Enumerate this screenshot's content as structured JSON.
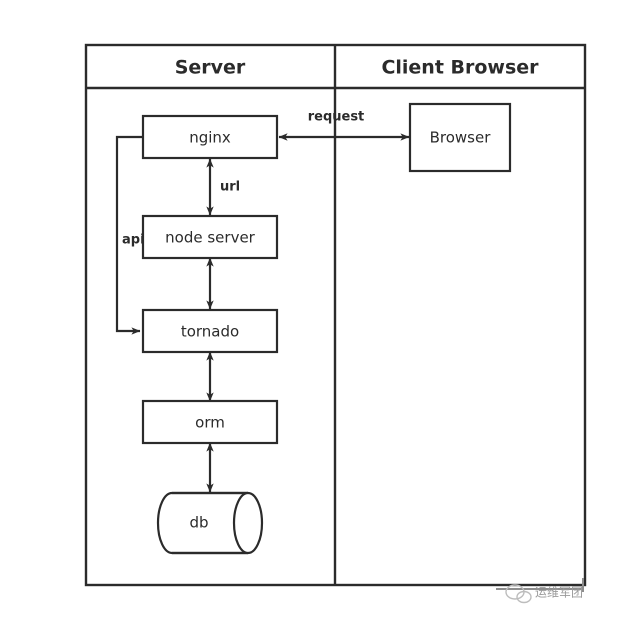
{
  "diagram": {
    "title_columns": [
      {
        "label": "Server"
      },
      {
        "label": "Client Browser"
      }
    ],
    "nodes": [
      {
        "id": "nginx",
        "label": "nginx",
        "shape": "rect"
      },
      {
        "id": "node-server",
        "label": "node server",
        "shape": "rect"
      },
      {
        "id": "tornado",
        "label": "tornado",
        "shape": "rect"
      },
      {
        "id": "orm",
        "label": "orm",
        "shape": "rect"
      },
      {
        "id": "db",
        "label": "db",
        "shape": "cylinder"
      },
      {
        "id": "browser",
        "label": "Browser",
        "shape": "rect"
      }
    ],
    "edges": [
      {
        "id": "browser-nginx",
        "label": "request",
        "from": "browser",
        "to": "nginx",
        "direction": "bidirectional"
      },
      {
        "id": "nginx-node",
        "label": "url",
        "from": "nginx",
        "to": "node-server",
        "direction": "bidirectional"
      },
      {
        "id": "nginx-tornado",
        "label": "api",
        "from": "nginx",
        "to": "tornado",
        "direction": "forward"
      },
      {
        "id": "node-tornado",
        "label": "",
        "from": "node-server",
        "to": "tornado",
        "direction": "bidirectional"
      },
      {
        "id": "tornado-orm",
        "label": "",
        "from": "tornado",
        "to": "orm",
        "direction": "bidirectional"
      },
      {
        "id": "orm-db",
        "label": "",
        "from": "orm",
        "to": "db",
        "direction": "bidirectional"
      }
    ],
    "colors": {
      "stroke": "#2b2b2b",
      "background": "#ffffff",
      "watermark": "#9a9a9a"
    }
  },
  "watermark": {
    "text": "运维军团"
  }
}
